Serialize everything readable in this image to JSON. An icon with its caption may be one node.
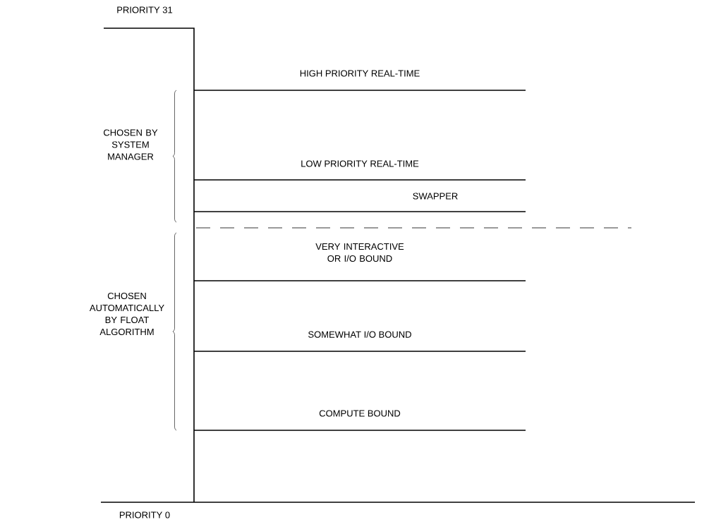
{
  "diagram": {
    "labels": [
      "PRIORITY 31",
      "HIGH PRIORITY REAL-TIME",
      "CHOSEN BY SYSTEM MANAGER",
      "LOW PRIORITY REAL-TIME",
      "SWAPPER",
      "VERY INTERACTIVE OR I/O BOUND",
      "CHOSEN AUTOMATICALLY BY FLOAT ALGORITHM",
      "SOMEWHAT I/O BOUND",
      "COMPUTE BOUND",
      "PRIORITY 0"
    ]
  }
}
